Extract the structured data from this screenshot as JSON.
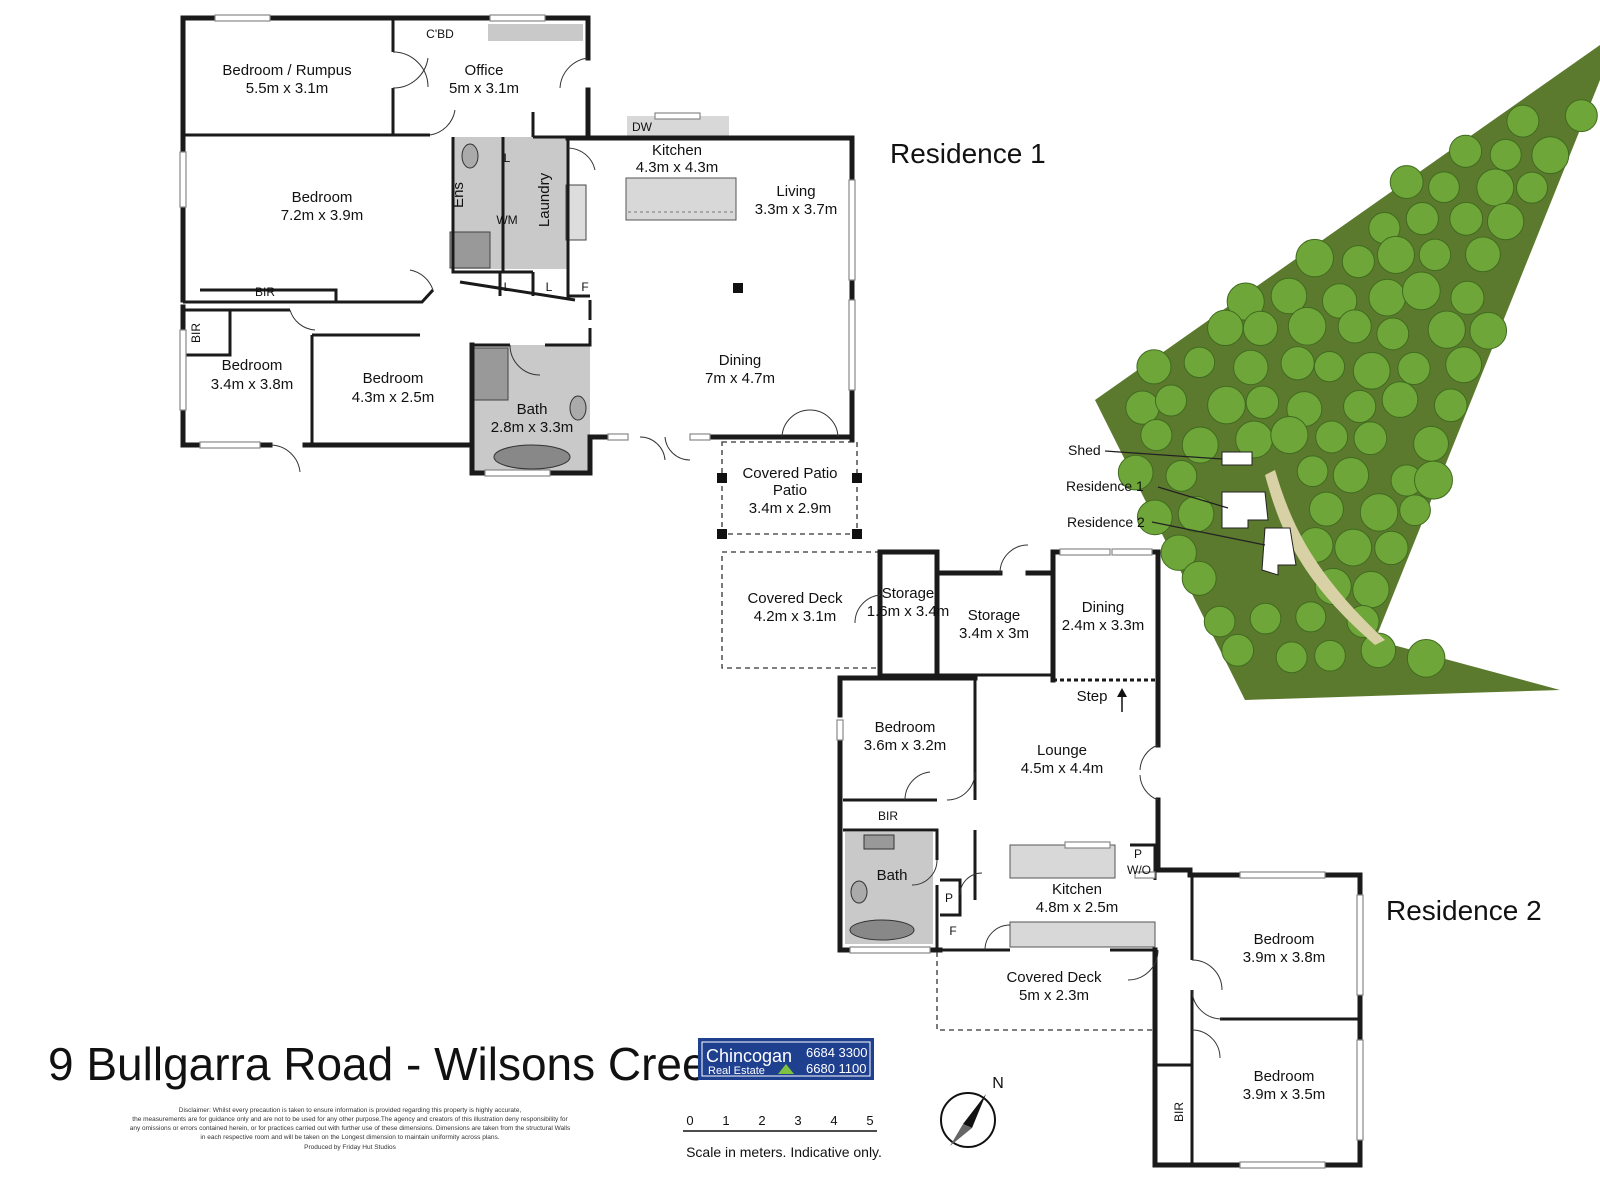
{
  "title": "9 Bullgarra Road - Wilsons Creek",
  "residence1_label": "Residence 1",
  "residence2_label": "Residence 2",
  "rooms": {
    "r1_bedroom_rumpus": {
      "name": "Bedroom / Rumpus",
      "dim": "5.5m x 3.1m"
    },
    "r1_office": {
      "name": "Office",
      "dim": "5m x 3.1m"
    },
    "r1_cbd": {
      "name": "C'BD"
    },
    "r1_kitchen": {
      "name": "Kitchen",
      "dim": "4.3m x 4.3m"
    },
    "r1_dw": {
      "name": "DW"
    },
    "r1_living": {
      "name": "Living",
      "dim": "3.3m x 3.7m"
    },
    "r1_bedroom_main": {
      "name": "Bedroom",
      "dim": "7.2m x 3.9m"
    },
    "r1_ens": {
      "name": "Ens"
    },
    "r1_laundry": {
      "name": "Laundry"
    },
    "r1_wm": {
      "name": "WM"
    },
    "r1_bir": {
      "name": "BIR"
    },
    "r1_bir2": {
      "name": "BIR"
    },
    "r1_l1": {
      "name": "L"
    },
    "r1_l2": {
      "name": "L"
    },
    "r1_l3": {
      "name": "L"
    },
    "r1_f": {
      "name": "F"
    },
    "r1_bedroom_sw": {
      "name": "Bedroom",
      "dim": "3.4m x 3.8m"
    },
    "r1_bedroom_mid": {
      "name": "Bedroom",
      "dim": "4.3m x 2.5m"
    },
    "r1_bath": {
      "name": "Bath",
      "dim": "2.8m x 3.3m"
    },
    "r1_dining": {
      "name": "Dining",
      "dim": "7m x 4.7m"
    },
    "r1_patio": {
      "name": "Covered Patio",
      "dim": "3.4m x 2.9m"
    },
    "r2_covered_deck_top": {
      "name": "Covered Deck",
      "dim": "4.2m x 3.1m"
    },
    "r2_storage_small": {
      "name": "Storage",
      "dim": "1.6m x 3.4m"
    },
    "r2_storage": {
      "name": "Storage",
      "dim": "3.4m x 3m"
    },
    "r2_dining": {
      "name": "Dining",
      "dim": "2.4m x 3.3m"
    },
    "r2_step": {
      "name": "Step"
    },
    "r2_bedroom_w": {
      "name": "Bedroom",
      "dim": "3.6m x 3.2m"
    },
    "r2_lounge": {
      "name": "Lounge",
      "dim": "4.5m x 4.4m"
    },
    "r2_bir": {
      "name": "BIR"
    },
    "r2_bir2": {
      "name": "BIR"
    },
    "r2_bath": {
      "name": "Bath"
    },
    "r2_p1": {
      "name": "P"
    },
    "r2_p2": {
      "name": "P"
    },
    "r2_wo": {
      "name": "W/O"
    },
    "r2_f": {
      "name": "F"
    },
    "r2_kitchen": {
      "name": "Kitchen",
      "dim": "4.8m x 2.5m"
    },
    "r2_covered_deck": {
      "name": "Covered Deck",
      "dim": "5m x 2.3m"
    },
    "r2_bedroom_ne": {
      "name": "Bedroom",
      "dim": "3.9m x 3.8m"
    },
    "r2_bedroom_se": {
      "name": "Bedroom",
      "dim": "3.9m x 3.5m"
    }
  },
  "site_plan": {
    "labels": [
      "Shed",
      "Residence 1",
      "Residence 2"
    ],
    "land_color": "#5c7a2e",
    "tree_color": "#6fa63a"
  },
  "agency": {
    "name": "Chincogan",
    "subtitle": "Real Estate",
    "phone1": "6684 3300",
    "phone2": "6680 1100",
    "color": "#1f3f8f"
  },
  "disclaimer": [
    "Disclaimer: Whilst every precaution is taken to ensure information is provided regarding this property is highly accurate,",
    "the measurements are for guidance only and are not to be used for any other purpose.The agency and creators of this illustration deny responsibility for",
    "any omissions or errors contained herein, or for practices carried out with further use of these dimensions. Dimensions are taken from the structural Walls",
    "in each respective room and will be taken on the Longest dimension to maintain uniformity across plans.",
    "Produced by Friday Hut Studios"
  ],
  "scale": {
    "ticks": [
      "0",
      "1",
      "2",
      "3",
      "4",
      "5"
    ],
    "caption": "Scale in meters. Indicative only."
  },
  "compass": {
    "north": "N"
  }
}
